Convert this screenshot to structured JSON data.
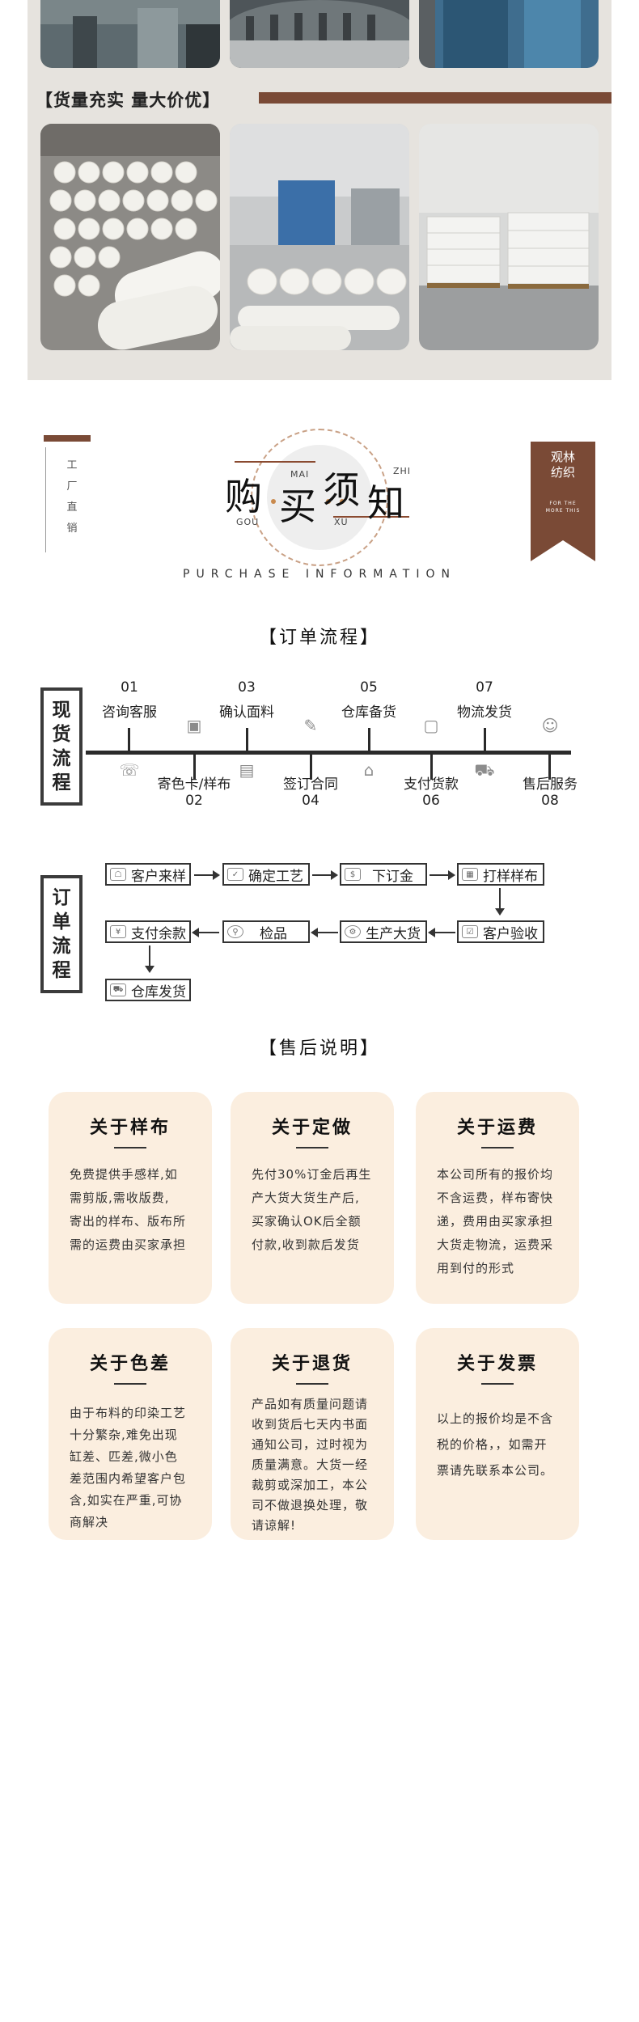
{
  "gallery": {
    "headline": "【货量充实 量大价优】"
  },
  "purchase_info": {
    "left_tag": [
      "工",
      "厂",
      "直",
      "销"
    ],
    "title_chars": [
      "购",
      "买",
      "须",
      "知"
    ],
    "pinyin": [
      "GOU",
      "MAI",
      "XU",
      "ZHI"
    ],
    "subtitle": "PURCHASE INFORMATION",
    "badge_line1": "观林",
    "badge_line2": "纺织",
    "badge_small1": "FOR THE",
    "badge_small2": "MORE THIS"
  },
  "order_process": {
    "title": "【订单流程】"
  },
  "stock_flow": {
    "label": [
      "现",
      "货",
      "流",
      "程"
    ],
    "top_steps": [
      {
        "num": "01",
        "label": "咨询客服",
        "icon": "chat-icon"
      },
      {
        "num": "03",
        "label": "确认面料",
        "icon": "document-check-icon"
      },
      {
        "num": "05",
        "label": "仓库备货",
        "icon": "warehouse-icon"
      },
      {
        "num": "07",
        "label": "物流发货",
        "icon": "truck-icon"
      }
    ],
    "bottom_steps": [
      {
        "num": "02",
        "label": "寄色卡/样布",
        "icon": "package-icon"
      },
      {
        "num": "04",
        "label": "签订合同",
        "icon": "contract-icon"
      },
      {
        "num": "06",
        "label": "支付货款",
        "icon": "payment-icon"
      },
      {
        "num": "08",
        "label": "售后服务",
        "icon": "smile-icon"
      }
    ]
  },
  "order_flow": {
    "label": [
      "订",
      "单",
      "流",
      "程"
    ],
    "row1": [
      "客户来样",
      "确定工艺",
      "下订金",
      "打样样布"
    ],
    "row2": [
      "支付余款",
      "检品",
      "生产大货",
      "客户验收"
    ],
    "row3": [
      "仓库发货"
    ]
  },
  "after_sales": {
    "title": "【售后说明】",
    "cards": [
      {
        "title": "关于样布",
        "lines": [
          "免费提供手感样,如",
          "需剪版,需收版费,",
          "寄出的样布、版布所",
          "需的运费由买家承担"
        ]
      },
      {
        "title": "关于定做",
        "lines": [
          "先付30%订金后再生",
          "产大货大货生产后,",
          "买家确认OK后全额",
          "付款,收到款后发货"
        ]
      },
      {
        "title": "关于运费",
        "lines": [
          "本公司所有的报价均",
          "不含运费，样布寄快",
          "递，费用由买家承担",
          "大货走物流，运费采",
          "用到付的形式"
        ]
      },
      {
        "title": "关于色差",
        "lines": [
          "由于布料的印染工艺",
          "十分繁杂,难免出现",
          "缸差、匹差,微小色",
          "差范围内希望客户包",
          "含,如实在严重,可协",
          "商解决"
        ]
      },
      {
        "title": "关于退货",
        "lines": [
          "产品如有质量问题请",
          "收到货后七天内书面",
          "通知公司，过时视为",
          "质量满意。大货一经",
          "裁剪或深加工，本公",
          "司不做退换处理，敬",
          "请谅解!"
        ]
      },
      {
        "title": "关于发票",
        "lines": [
          "以上的报价均是不含",
          "税的价格，，如需开",
          "票请先联系本公司。"
        ]
      }
    ]
  },
  "colors": {
    "brand_brown": "#7a4a36",
    "card_bg": "#fbeedf",
    "accent_orange": "#c98a4e"
  }
}
